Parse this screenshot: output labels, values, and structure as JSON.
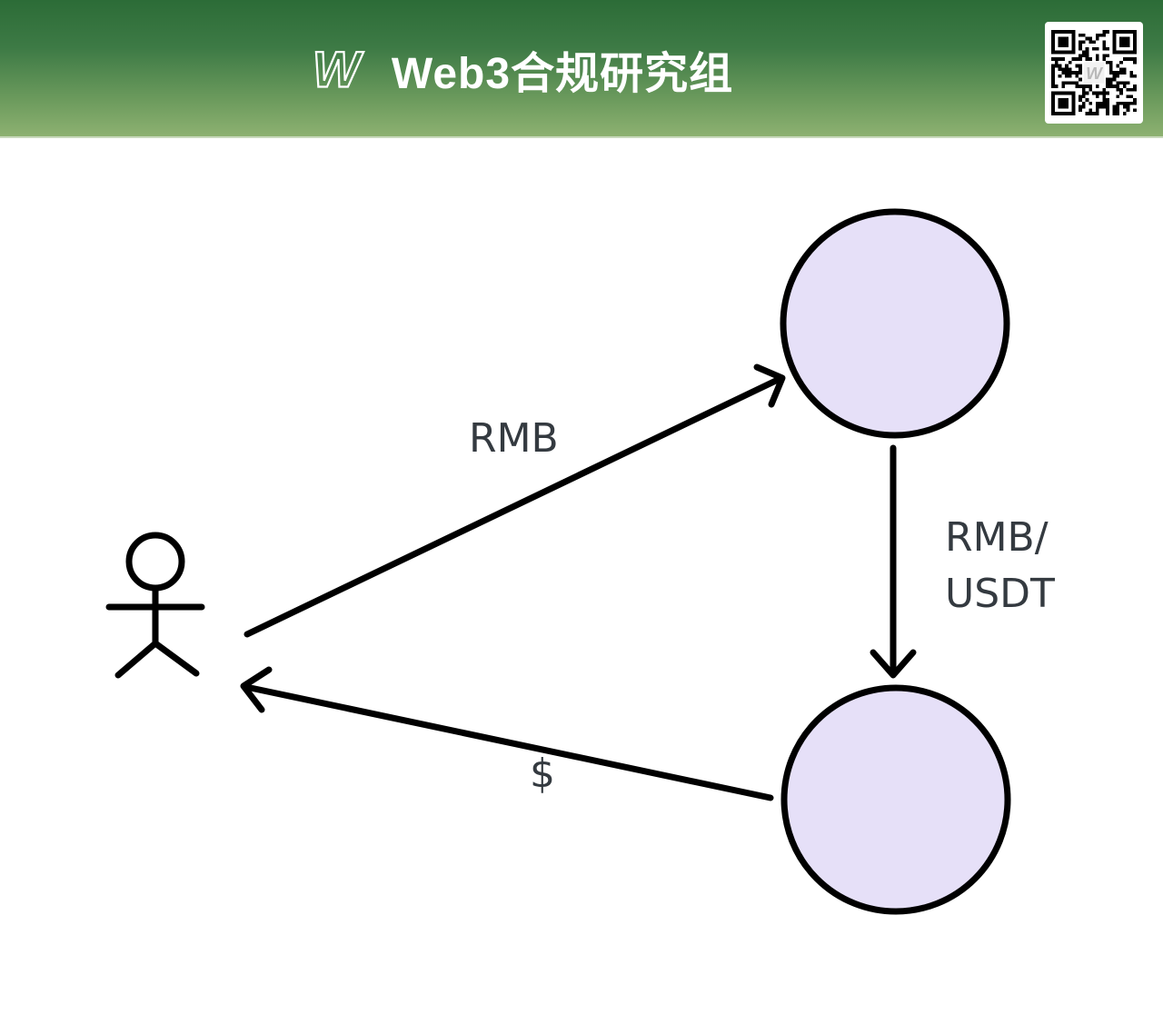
{
  "header": {
    "logo_glyph": "W",
    "title": "Web3合规研究组",
    "colors": {
      "gradient_top": "#2C6C37",
      "gradient_bottom": "#8DB171",
      "title_text": "#FFFFFF"
    }
  },
  "qr": {
    "center_glyph": "W"
  },
  "diagram": {
    "actor": "stick-figure-person",
    "nodes": [
      {
        "id": "top-circle",
        "label": ""
      },
      {
        "id": "bottom-circle",
        "label": ""
      }
    ],
    "edges": [
      {
        "from": "person",
        "to": "top-circle",
        "label": "RMB"
      },
      {
        "from": "top-circle",
        "to": "bottom-circle",
        "label_line1": "RMB/",
        "label_line2": "USDT"
      },
      {
        "from": "bottom-circle",
        "to": "person",
        "label": "$"
      }
    ],
    "colors": {
      "node_fill": "#E6E0F8",
      "node_stroke": "#000000",
      "line": "#000000",
      "label_text": "#343A40"
    }
  }
}
